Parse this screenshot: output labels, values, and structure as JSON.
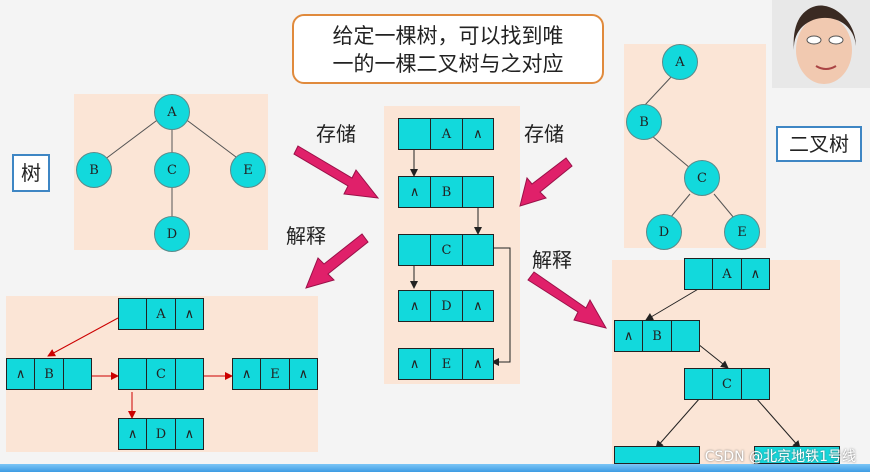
{
  "title": {
    "line1": "给定一棵树，可以找到唯",
    "line2": "一的一棵二叉树与之对应"
  },
  "labels": {
    "store_left": "存储",
    "store_right": "存储",
    "explain_left": "解释",
    "explain_right": "解释",
    "tree": "树",
    "binary_tree": "二叉树"
  },
  "tree": {
    "a": "A",
    "b": "B",
    "c": "C",
    "d": "D",
    "e": "E"
  },
  "binary_tree": {
    "a": "A",
    "b": "B",
    "c": "C",
    "d": "D",
    "e": "E"
  },
  "linked_storage": {
    "r1": [
      "",
      "A",
      "∧"
    ],
    "r2": [
      "∧",
      "B",
      ""
    ],
    "r3": [
      "",
      "C",
      ""
    ],
    "r4": [
      "∧",
      "D",
      "∧"
    ],
    "r5": [
      "∧",
      "E",
      "∧"
    ]
  },
  "tree_interpretation": {
    "a": [
      "A",
      "∧"
    ],
    "b": [
      "∧",
      "B",
      ""
    ],
    "c": [
      "C",
      ""
    ],
    "e": [
      "∧",
      "E",
      "∧"
    ],
    "d": [
      "∧",
      "D",
      "∧"
    ]
  },
  "binary_interpretation": {
    "a": [
      "",
      "A",
      "∧"
    ],
    "b": [
      "∧",
      "B",
      ""
    ],
    "c": [
      "",
      "C",
      ""
    ]
  },
  "colors": {
    "node": "#12d9dc",
    "panel": "#fbe5d6",
    "arrow": "#e0206a",
    "title_border": "#e08a3c"
  },
  "watermark": "CSDN @北京地铁1号线"
}
